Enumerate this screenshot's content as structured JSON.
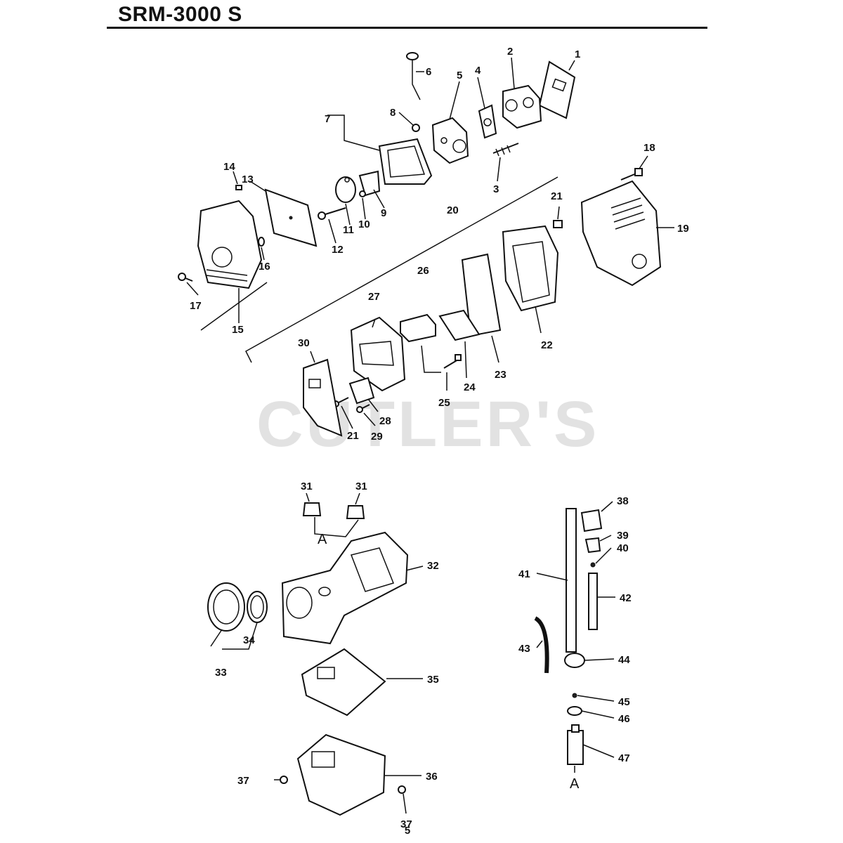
{
  "page": {
    "title": "SRM-3000 S",
    "watermark": "CUTLER'S",
    "page_number": "5"
  },
  "diagram": {
    "callouts": [
      "1",
      "2",
      "3",
      "4",
      "5",
      "6",
      "7",
      "8",
      "9",
      "10",
      "11",
      "12",
      "13",
      "14",
      "15",
      "16",
      "17",
      "18",
      "19",
      "20",
      "21",
      "21",
      "22",
      "23",
      "24",
      "25",
      "26",
      "27",
      "28",
      "29",
      "30",
      "31",
      "31",
      "32",
      "33",
      "34",
      "35",
      "36",
      "37",
      "37",
      "38",
      "39",
      "40",
      "41",
      "42",
      "43",
      "44",
      "45",
      "46",
      "47"
    ],
    "connection_labels": [
      "A",
      "A"
    ]
  }
}
